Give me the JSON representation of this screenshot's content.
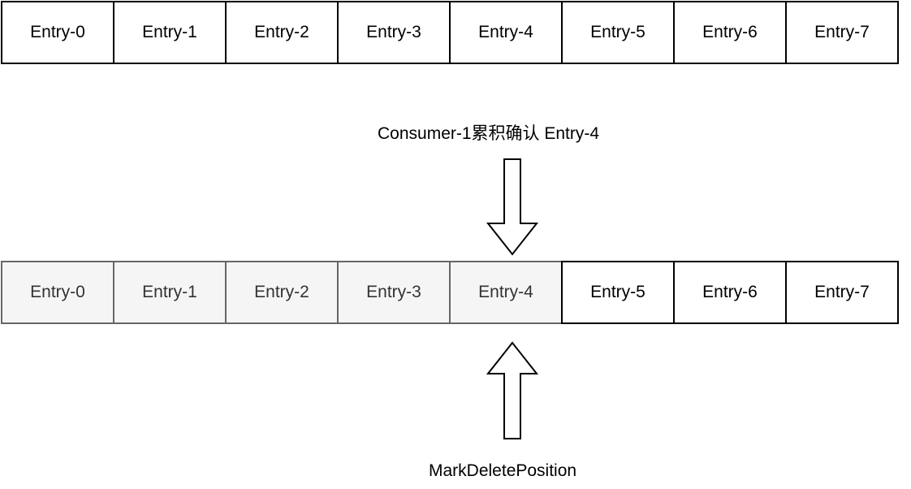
{
  "top_row": {
    "entries": [
      "Entry-0",
      "Entry-1",
      "Entry-2",
      "Entry-3",
      "Entry-4",
      "Entry-5",
      "Entry-6",
      "Entry-7"
    ]
  },
  "consumer_label": "Consumer-1累积确认 Entry-4",
  "bottom_row": {
    "entries": [
      "Entry-0",
      "Entry-1",
      "Entry-2",
      "Entry-3",
      "Entry-4",
      "Entry-5",
      "Entry-6",
      "Entry-7"
    ],
    "acked_count": 5
  },
  "mark_label": "MarkDeletePosition",
  "colors": {
    "border": "#000000",
    "acked_fill": "#f5f5f5",
    "acked_border": "#666666",
    "acked_text": "#333333"
  }
}
